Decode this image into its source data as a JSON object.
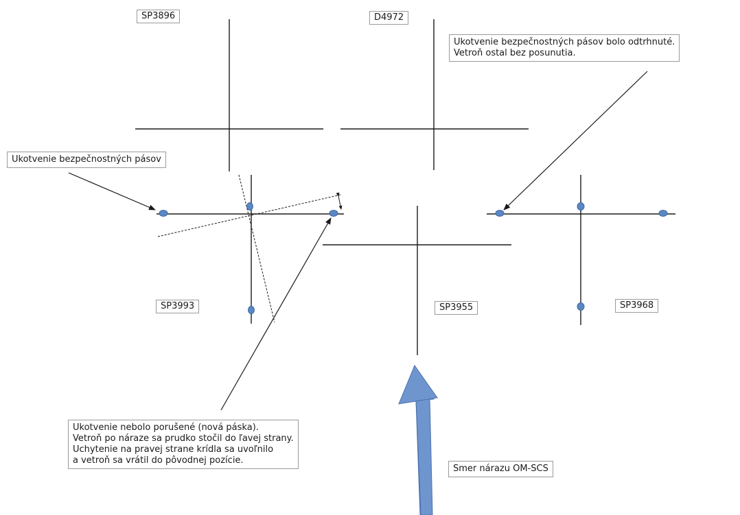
{
  "aircraft": {
    "sp3896": "SP3896",
    "d4972": "D4972",
    "sp3993": "SP3993",
    "sp3955": "SP3955",
    "sp3968": "SP3968"
  },
  "annotations": {
    "anchor_torn_line1": "Ukotvenie bezpečnostných pásov bolo odtrhnuté.",
    "anchor_torn_line2": "Vetroň ostal bez posunutia.",
    "anchor_points": "Ukotvenie bezpečnostných pásov",
    "not_damaged_line1": "Ukotvenie nebolo porušené (nová páska).",
    "not_damaged_line2": "Vetroň po náraze sa prudko stočil do ľavej strany.",
    "not_damaged_line3": "Uchytenie na pravej strane krídla sa uvoľnilo",
    "not_damaged_line4": "a vetroň sa vrátil do pôvodnej pozície.",
    "impact_direction": "Smer nárazu OM-SCS"
  },
  "colors": {
    "line": "#1a1a1a",
    "anchor_fill": "#5b87c5",
    "anchor_stroke": "#3f6aa3",
    "impact_arrow_fill": "#6f95cf",
    "impact_arrow_stroke": "#4a72ad"
  }
}
